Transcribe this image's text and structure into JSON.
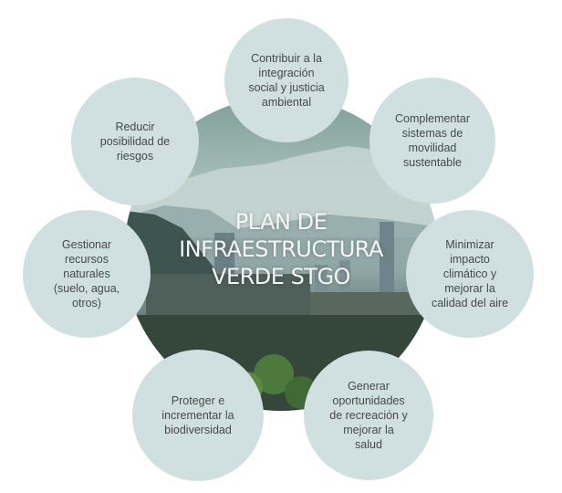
{
  "center": {
    "title": "PLAN DE\nINFRAESTRUCTURA\nVERDE  STGO"
  },
  "goals": [
    {
      "label": "Contribuir a la\nintegración\nsocial y justicia\nambiental"
    },
    {
      "label": "Complementar\nsistemas de\nmovilidad\nsustentable"
    },
    {
      "label": "Minimizar\nimpacto\nclimático y\nmejorar la\ncalidad del aire"
    },
    {
      "label": "Generar\noportunidades\nde recreación y\nmejorar la\nsalud"
    },
    {
      "label": "Proteger e\nincrementar la\nbiodiversidad"
    },
    {
      "label": "Gestionar\nrecursos\nnaturales\n(suelo, agua,\notros)"
    },
    {
      "label": "Reducir\nposibilidad de\nriesgos"
    }
  ],
  "colors": {
    "bubble": "#d0dfe0",
    "text": "#454a4a"
  }
}
